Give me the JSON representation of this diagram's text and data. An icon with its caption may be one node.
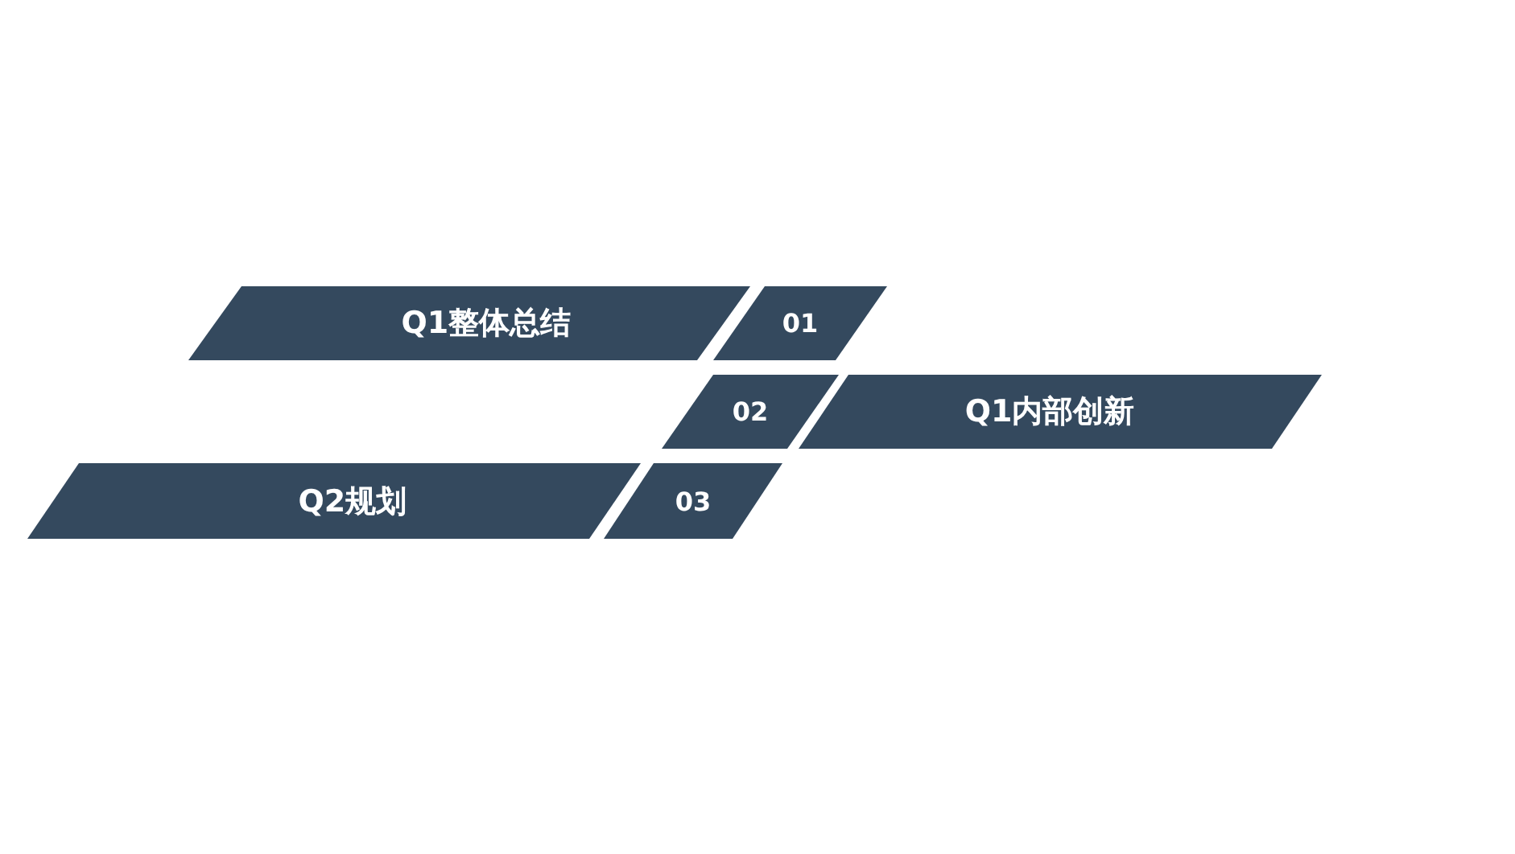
{
  "diagram": {
    "nodes": [
      {
        "text": [
          "Q1整体总结"
        ]
      },
      {
        "text": [
          "01"
        ]
      },
      {
        "text": [
          "02"
        ]
      },
      {
        "text": [
          "Q1内部创新"
        ]
      },
      {
        "text": [
          "Q2规划"
        ]
      },
      {
        "text": [
          "03"
        ]
      }
    ]
  }
}
